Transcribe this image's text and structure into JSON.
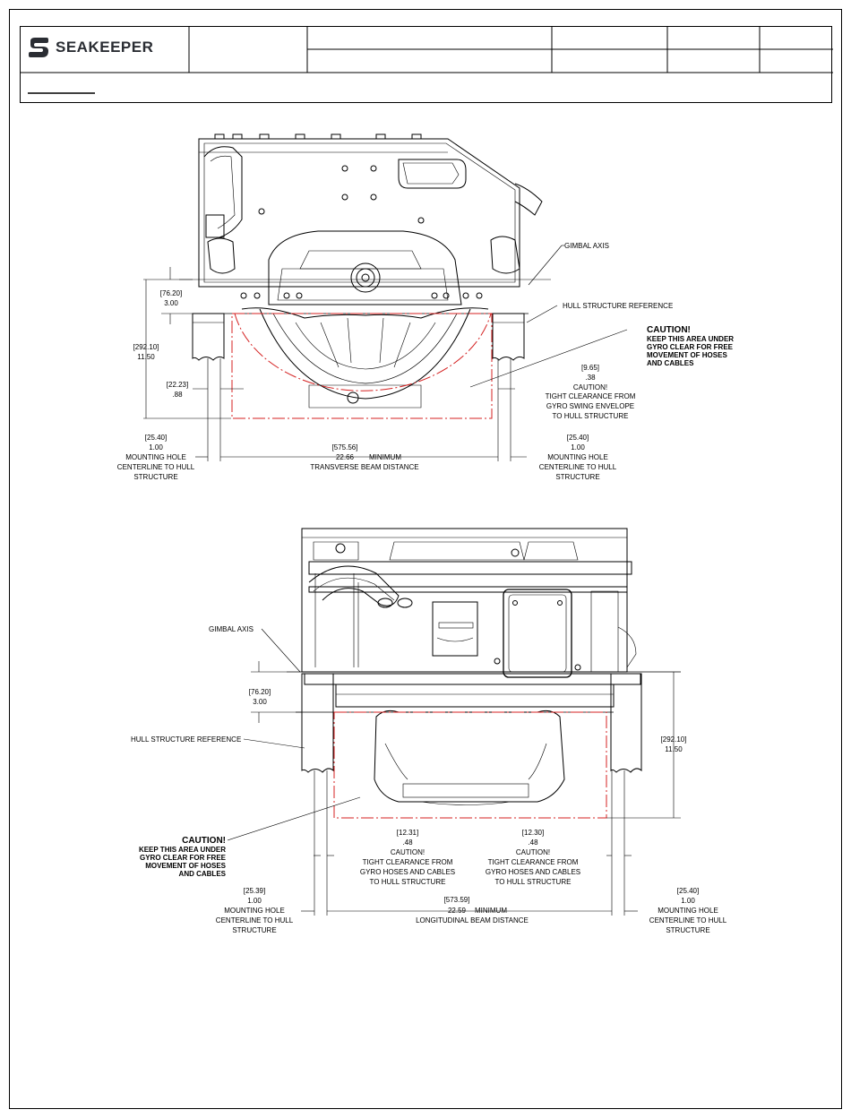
{
  "brand": {
    "name": "SEAKEEPER"
  },
  "front_view": {
    "gimbal_axis": "GIMBAL AXIS",
    "hull_ref": "HULL STRUCTURE REFERENCE",
    "dim_76": "[76.20]",
    "dim_3": "3.00",
    "dim_292": "[292.10]",
    "dim_1150": "11.50",
    "dim_2223": "[22.23]",
    "dim_088": ".88",
    "dim_965": "[9.65]",
    "dim_038": ".38",
    "clear_caution": "CAUTION!",
    "clear_1": "TIGHT CLEARANCE FROM",
    "clear_2": "GYRO SWING ENVELOPE",
    "clear_3": "TO HULL STRUCTURE",
    "caution_title": "CAUTION!",
    "caution_1": "KEEP THIS AREA UNDER",
    "caution_2": "GYRO CLEAR FOR FREE",
    "caution_3": "MOVEMENT OF HOSES",
    "caution_4": "AND CABLES",
    "left_mh_dim": "[25.40]",
    "left_mh_in": "1.00",
    "left_mh_1": "MOUNTING HOLE",
    "left_mh_2": "CENTERLINE TO HULL",
    "left_mh_3": "STRUCTURE",
    "right_mh_dim": "[25.40]",
    "right_mh_in": "1.00",
    "right_mh_1": "MOUNTING HOLE",
    "right_mh_2": "CENTERLINE TO HULL",
    "right_mh_3": "STRUCTURE",
    "beam_dim": "[575.56]",
    "beam_in": "22.66",
    "beam_min": "MINIMUM",
    "beam_label": "TRANSVERSE BEAM DISTANCE"
  },
  "side_view": {
    "gimbal_axis": "GIMBAL AXIS",
    "hull_ref": "HULL STRUCTURE REFERENCE",
    "dim_76": "[76.20]",
    "dim_3": "3.00",
    "dim_292": "[292.10]",
    "dim_1150": "11.50",
    "caution_title": "CAUTION!",
    "caution_1": "KEEP THIS AREA UNDER",
    "caution_2": "GYRO CLEAR FOR FREE",
    "caution_3": "MOVEMENT OF HOSES",
    "caution_4": "AND CABLES",
    "left_clear_dim": "[12.31]",
    "left_clear_in": ".48",
    "left_clear_caution": "CAUTION!",
    "left_clear_1": "TIGHT CLEARANCE FROM",
    "left_clear_2": "GYRO HOSES AND CABLES",
    "left_clear_3": "TO HULL STRUCTURE",
    "right_clear_dim": "[12.30]",
    "right_clear_in": ".48",
    "right_clear_caution": "CAUTION!",
    "right_clear_1": "TIGHT CLEARANCE FROM",
    "right_clear_2": "GYRO HOSES AND CABLES",
    "right_clear_3": "TO HULL STRUCTURE",
    "left_mh_dim": "[25.39]",
    "left_mh_in": "1.00",
    "left_mh_1": "MOUNTING HOLE",
    "left_mh_2": "CENTERLINE TO HULL",
    "left_mh_3": "STRUCTURE",
    "right_mh_dim": "[25.40]",
    "right_mh_in": "1.00",
    "right_mh_1": "MOUNTING HOLE",
    "right_mh_2": "CENTERLINE TO HULL",
    "right_mh_3": "STRUCTURE",
    "beam_dim": "[573.59]",
    "beam_in": "22.59",
    "beam_min": "MINIMUM",
    "beam_label": "LONGITUDINAL BEAM DISTANCE"
  },
  "colors": {
    "line": "#000000",
    "envelope": "#d42020",
    "logo": "#2a2d33"
  },
  "icons": [
    "seakeeper-logo-icon"
  ]
}
